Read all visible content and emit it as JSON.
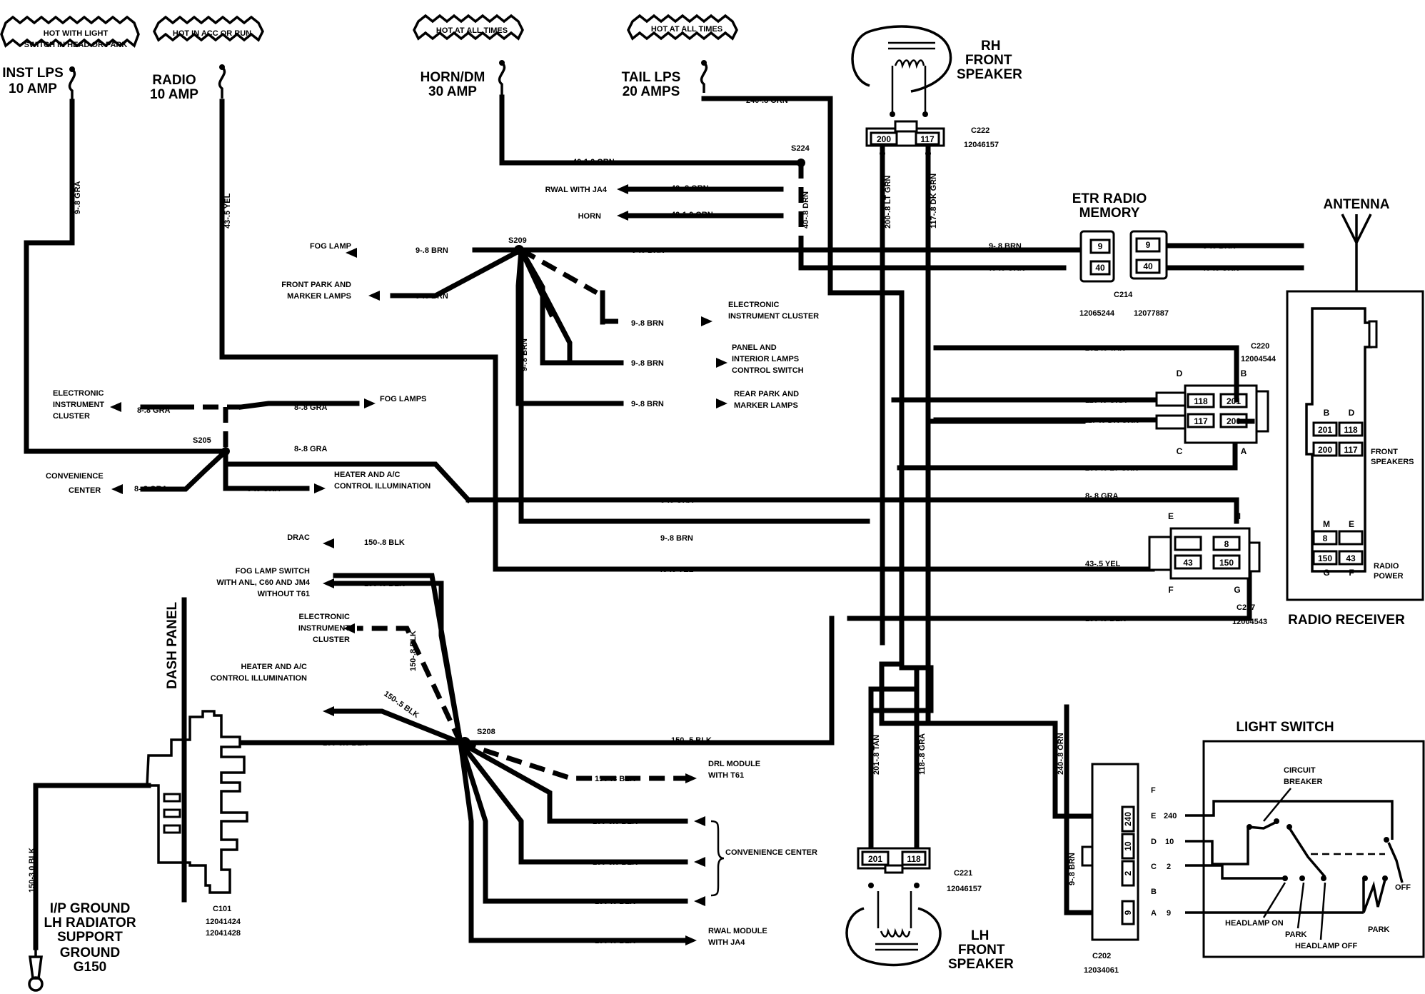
{
  "fuses": {
    "inst": {
      "tag_line1": "HOT WITH LIGHT",
      "tag_line2": "SWITCH IN HEAD OR PARK",
      "name": "INST LPS",
      "rating": "10 AMP"
    },
    "radio": {
      "tag": "HOT IN ACC OR RUN",
      "name": "RADIO",
      "rating": "10 AMP"
    },
    "horn": {
      "tag": "HOT AT ALL TIMES",
      "name": "HORN/DM",
      "rating": "30 AMP"
    },
    "tail": {
      "tag": "HOT AT ALL TIMES",
      "name": "TAIL LPS",
      "rating": "20 AMPS"
    }
  },
  "splices": {
    "s224": "S224",
    "s209": "S209",
    "s205": "S205",
    "s208": "S208"
  },
  "wires": {
    "w9_gra_v": "9-.8 GRA",
    "w43_yel_v": "43-.5 YEL",
    "w240_orn": "240-.8 ORN",
    "w40_1_orn": "40-1.0 ORN",
    "w40_8_orn_rwal": "40-.8 ORN",
    "w40_1_orn_horn": "40-1.0 ORN",
    "w40_drn_v": "40-.8 DRN",
    "w9_brn_fog": "9-.8 BRN",
    "w9_brn_main": "9-.8 BRN",
    "w9_brn_front": "9-.8 BRN",
    "w9_brn_eic": "9-.8 BRN",
    "w9_brn_panel": "9-.8 BRN",
    "w9_brn_rear": "9-.8 BRN",
    "w9_brn_v": "9-.8 BRN",
    "w9_brn_etr1": "9-.8 BRN",
    "w9_brn_etr2": "9-.8 BRN",
    "w40_orn_etr1": "40-.8 ORN",
    "w40_orn_etr2": "40-.8 ORN",
    "w200_ltgrn_v": "200-.8 LT GRN",
    "w117_dkgrn_v": "117-.8 DK GRN",
    "w201_tan": "201-.8 TAN",
    "w118_gra": "118-.8 GRA",
    "w117_dkgrn": "117-.8 DK GRN",
    "w200_ltgrn": "200-.8 LT GRN",
    "w8_gra_eic": "8-.8 GRA",
    "w8_gra_fog": "8-.8 GRA",
    "w8_gra_s205": "8-.8 GRA",
    "w8_gra_conv": "8-.8 GRA",
    "w8_5_gra": "8-.5 GRA",
    "w8_gra_mid": "8-.8 GRA",
    "w8_gra_right": "8-.8 GRA",
    "w9_brn_mid": "9-.8 BRN",
    "w43_yel_mid": "43-.5 YEL",
    "w43_yel_right": "43-.5 YEL",
    "w150_blk_drac": "150-.8 BLK",
    "w150_blk_fogsw": "150-.8 BLK",
    "w150_blk_eic_v": "150-.8 BLK",
    "w150_5_blk": "150-.5 BLK",
    "w150_3_blk": "150-3.0 BLK",
    "w150_5_blk_long": "150-.5 BLK",
    "w150_5_blk_right": "150-.5 BLK",
    "w150_blk_drl": "150-.8 BLK",
    "w150_3_blk_cc1": "150-3.0 BLK",
    "w150_3_blk_cc2": "150-3.0 BLK",
    "w150_blk_cc3": "150-.8 BLK",
    "w150_blk_rwal": "150-.8 BLK",
    "w150_3_blk_gnd": "150-3.0 BLK",
    "w201_tan_v": "201-.8 TAN",
    "w118_gra_v": "118-.8 GRA",
    "w240_orn_v": "240-.8 ORN",
    "w9_brn_v2": "9-.8 BRN"
  },
  "destinations": {
    "rwal_ja4": "RWAL WITH JA4",
    "horn": "HORN",
    "fog_lamp": "FOG LAMP",
    "front_park_1": "FRONT PARK AND",
    "front_park_2": "MARKER LAMPS",
    "eic_1": "ELECTRONIC",
    "eic_2": "INSTRUMENT CLUSTER",
    "panel_1": "PANEL AND",
    "panel_2": "INTERIOR LAMPS",
    "panel_3": "CONTROL SWITCH",
    "rear_1": "REAR PARK AND",
    "rear_2": "MARKER LAMPS",
    "eic_left_1": "ELECTRONIC",
    "eic_left_2": "INSTRUMENT",
    "eic_left_3": "CLUSTER",
    "fog_lamps": "FOG LAMPS",
    "conv_1": "CONVENIENCE",
    "conv_2": "CENTER",
    "heater_1": "HEATER AND A/C",
    "heater_2": "CONTROL ILLUMINATION",
    "drac": "DRAC",
    "fogsw_1": "FOG LAMP SWITCH",
    "fogsw_2": "WITH ANL, C60 AND JM4",
    "fogsw_3": "WITHOUT T61",
    "eic_g_1": "ELECTRONIC",
    "eic_g_2": "INSTRUMENT",
    "eic_g_3": "CLUSTER",
    "heater_g_1": "HEATER AND A/C",
    "heater_g_2": "CONTROL ILLUMINATION",
    "drl_1": "DRL MODULE",
    "drl_2": "WITH T61",
    "conv_center": "CONVENIENCE CENTER",
    "rwal_mod_1": "RWAL MODULE",
    "rwal_mod_2": "WITH JA4"
  },
  "components": {
    "rh_speaker_1": "RH",
    "rh_speaker_2": "FRONT",
    "rh_speaker_3": "SPEAKER",
    "lh_speaker_1": "LH",
    "lh_speaker_2": "FRONT",
    "lh_speaker_3": "SPEAKER",
    "etr_1": "ETR RADIO",
    "etr_2": "MEMORY",
    "antenna": "ANTENNA",
    "radio_receiver": "RADIO RECEIVER",
    "front_speakers_1": "FRONT",
    "front_speakers_2": "SPEAKERS",
    "radio_power_1": "RADIO",
    "radio_power_2": "POWER",
    "light_switch": "LIGHT SWITCH",
    "circuit_breaker_1": "CIRCUIT",
    "circuit_breaker_2": "BREAKER",
    "headlamp_on": "HEADLAMP ON",
    "park_1": "PARK",
    "headlamp_off": "HEADLAMP OFF",
    "park_2": "PARK",
    "off": "OFF",
    "dash_panel": "DASH PANEL",
    "ground_1": "I/P GROUND",
    "ground_2": "LH RADIATOR",
    "ground_3": "SUPPORT",
    "ground_4": "GROUND",
    "ground_5": "G150"
  },
  "connectors": {
    "c222": "C222",
    "c222_pn": "12046157",
    "c221": "C221",
    "c221_pn": "12046157",
    "c214": "C214",
    "c214_pn1": "12065244",
    "c214_pn2": "12077887",
    "c220": "C220",
    "c220_pn": "12004544",
    "c287": "C287",
    "c287_pn": "12004543",
    "c202": "C202",
    "c202_pn": "12034061",
    "c101": "C101",
    "c101_pn1": "12041424",
    "c101_pn2": "12041428"
  },
  "pins": {
    "p200": "200",
    "p117": "117",
    "p201": "201",
    "p118": "118",
    "p9": "9",
    "p40": "40",
    "p8": "8",
    "p43": "43",
    "p150": "150",
    "p240": "240",
    "p10": "10",
    "p2": "2",
    "lD": "D",
    "lB": "B",
    "lC": "C",
    "lA": "A",
    "lE": "E",
    "lM": "M",
    "lF": "F",
    "lG": "G"
  },
  "light_switch_pins": {
    "F": "F",
    "E": "E",
    "D": "D",
    "C": "C",
    "B": "B",
    "A": "A",
    "n240": "240",
    "n10": "10",
    "n2": "2",
    "n9": "9"
  }
}
